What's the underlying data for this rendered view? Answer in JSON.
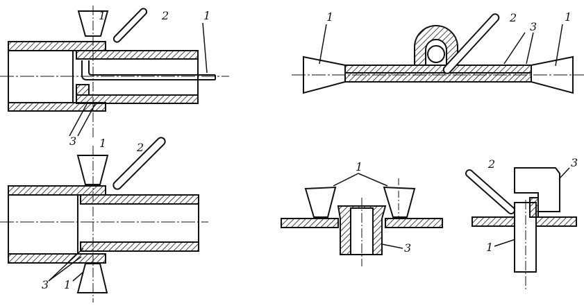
{
  "colors": {
    "ink": "#111111",
    "paper": "#ffffff"
  },
  "labels": {
    "electrode": "1",
    "filler_rod": "2",
    "weld_seam": "3"
  }
}
